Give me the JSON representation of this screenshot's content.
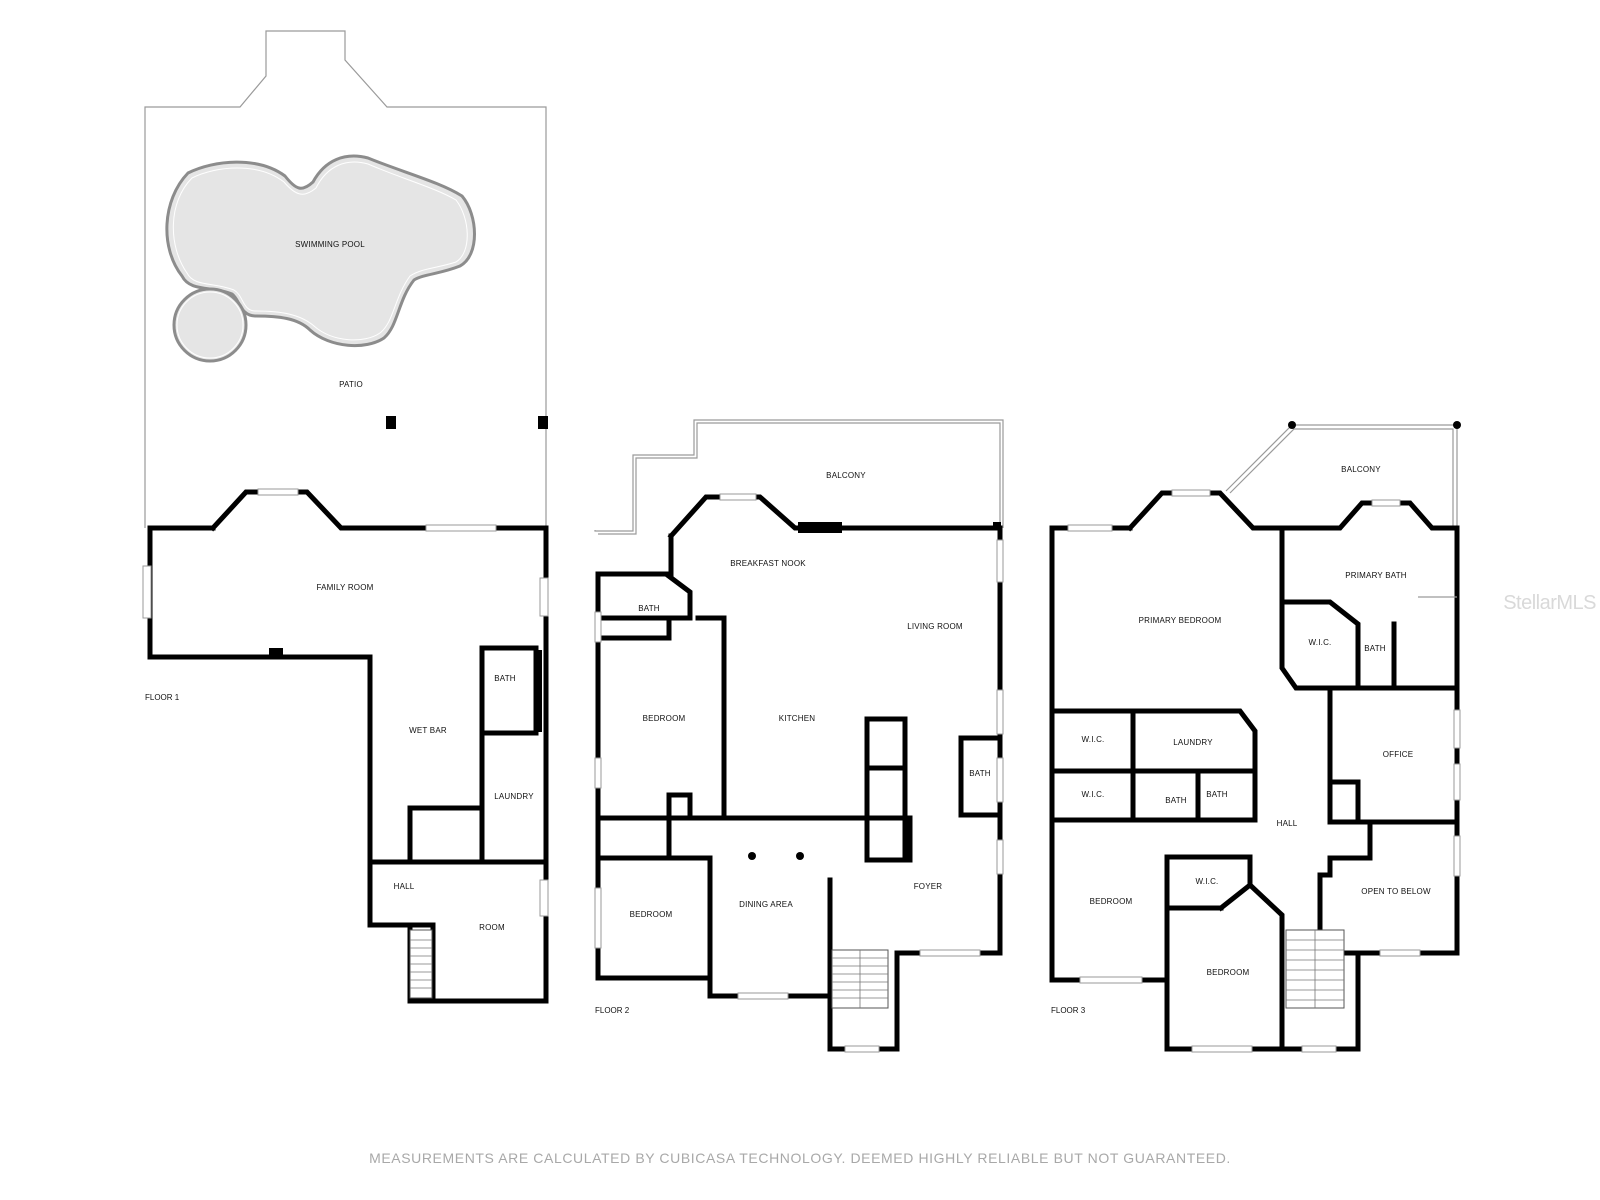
{
  "floors": [
    {
      "label": "FLOOR 1",
      "rooms": [
        "SWIMMING POOL",
        "PATIO",
        "FAMILY ROOM",
        "BATH",
        "WET BAR",
        "LAUNDRY",
        "HALL",
        "ROOM"
      ]
    },
    {
      "label": "FLOOR 2",
      "rooms": [
        "BALCONY",
        "BREAKFAST NOOK",
        "BATH",
        "LIVING ROOM",
        "BEDROOM",
        "KITCHEN",
        "BATH",
        "DINING AREA",
        "FOYER",
        "BEDROOM"
      ]
    },
    {
      "label": "FLOOR 3",
      "rooms": [
        "BALCONY",
        "PRIMARY BATH",
        "PRIMARY BEDROOM",
        "W.I.C.",
        "BATH",
        "W.I.C.",
        "LAUNDRY",
        "OFFICE",
        "W.I.C.",
        "BATH",
        "BATH",
        "HALL",
        "BEDROOM",
        "W.I.C.",
        "OPEN TO BELOW",
        "BEDROOM"
      ]
    }
  ],
  "watermark": "StellarMLS",
  "disclaimer": "MEASUREMENTS ARE CALCULATED BY CUBICASA TECHNOLOGY. DEEMED HIGHLY RELIABLE BUT NOT GUARANTEED.",
  "colors": {
    "walls": "#000000",
    "pool_fill": "#e5e5e5",
    "disclaimer": "#a8a8a8",
    "watermark": "#d9d9d9"
  }
}
